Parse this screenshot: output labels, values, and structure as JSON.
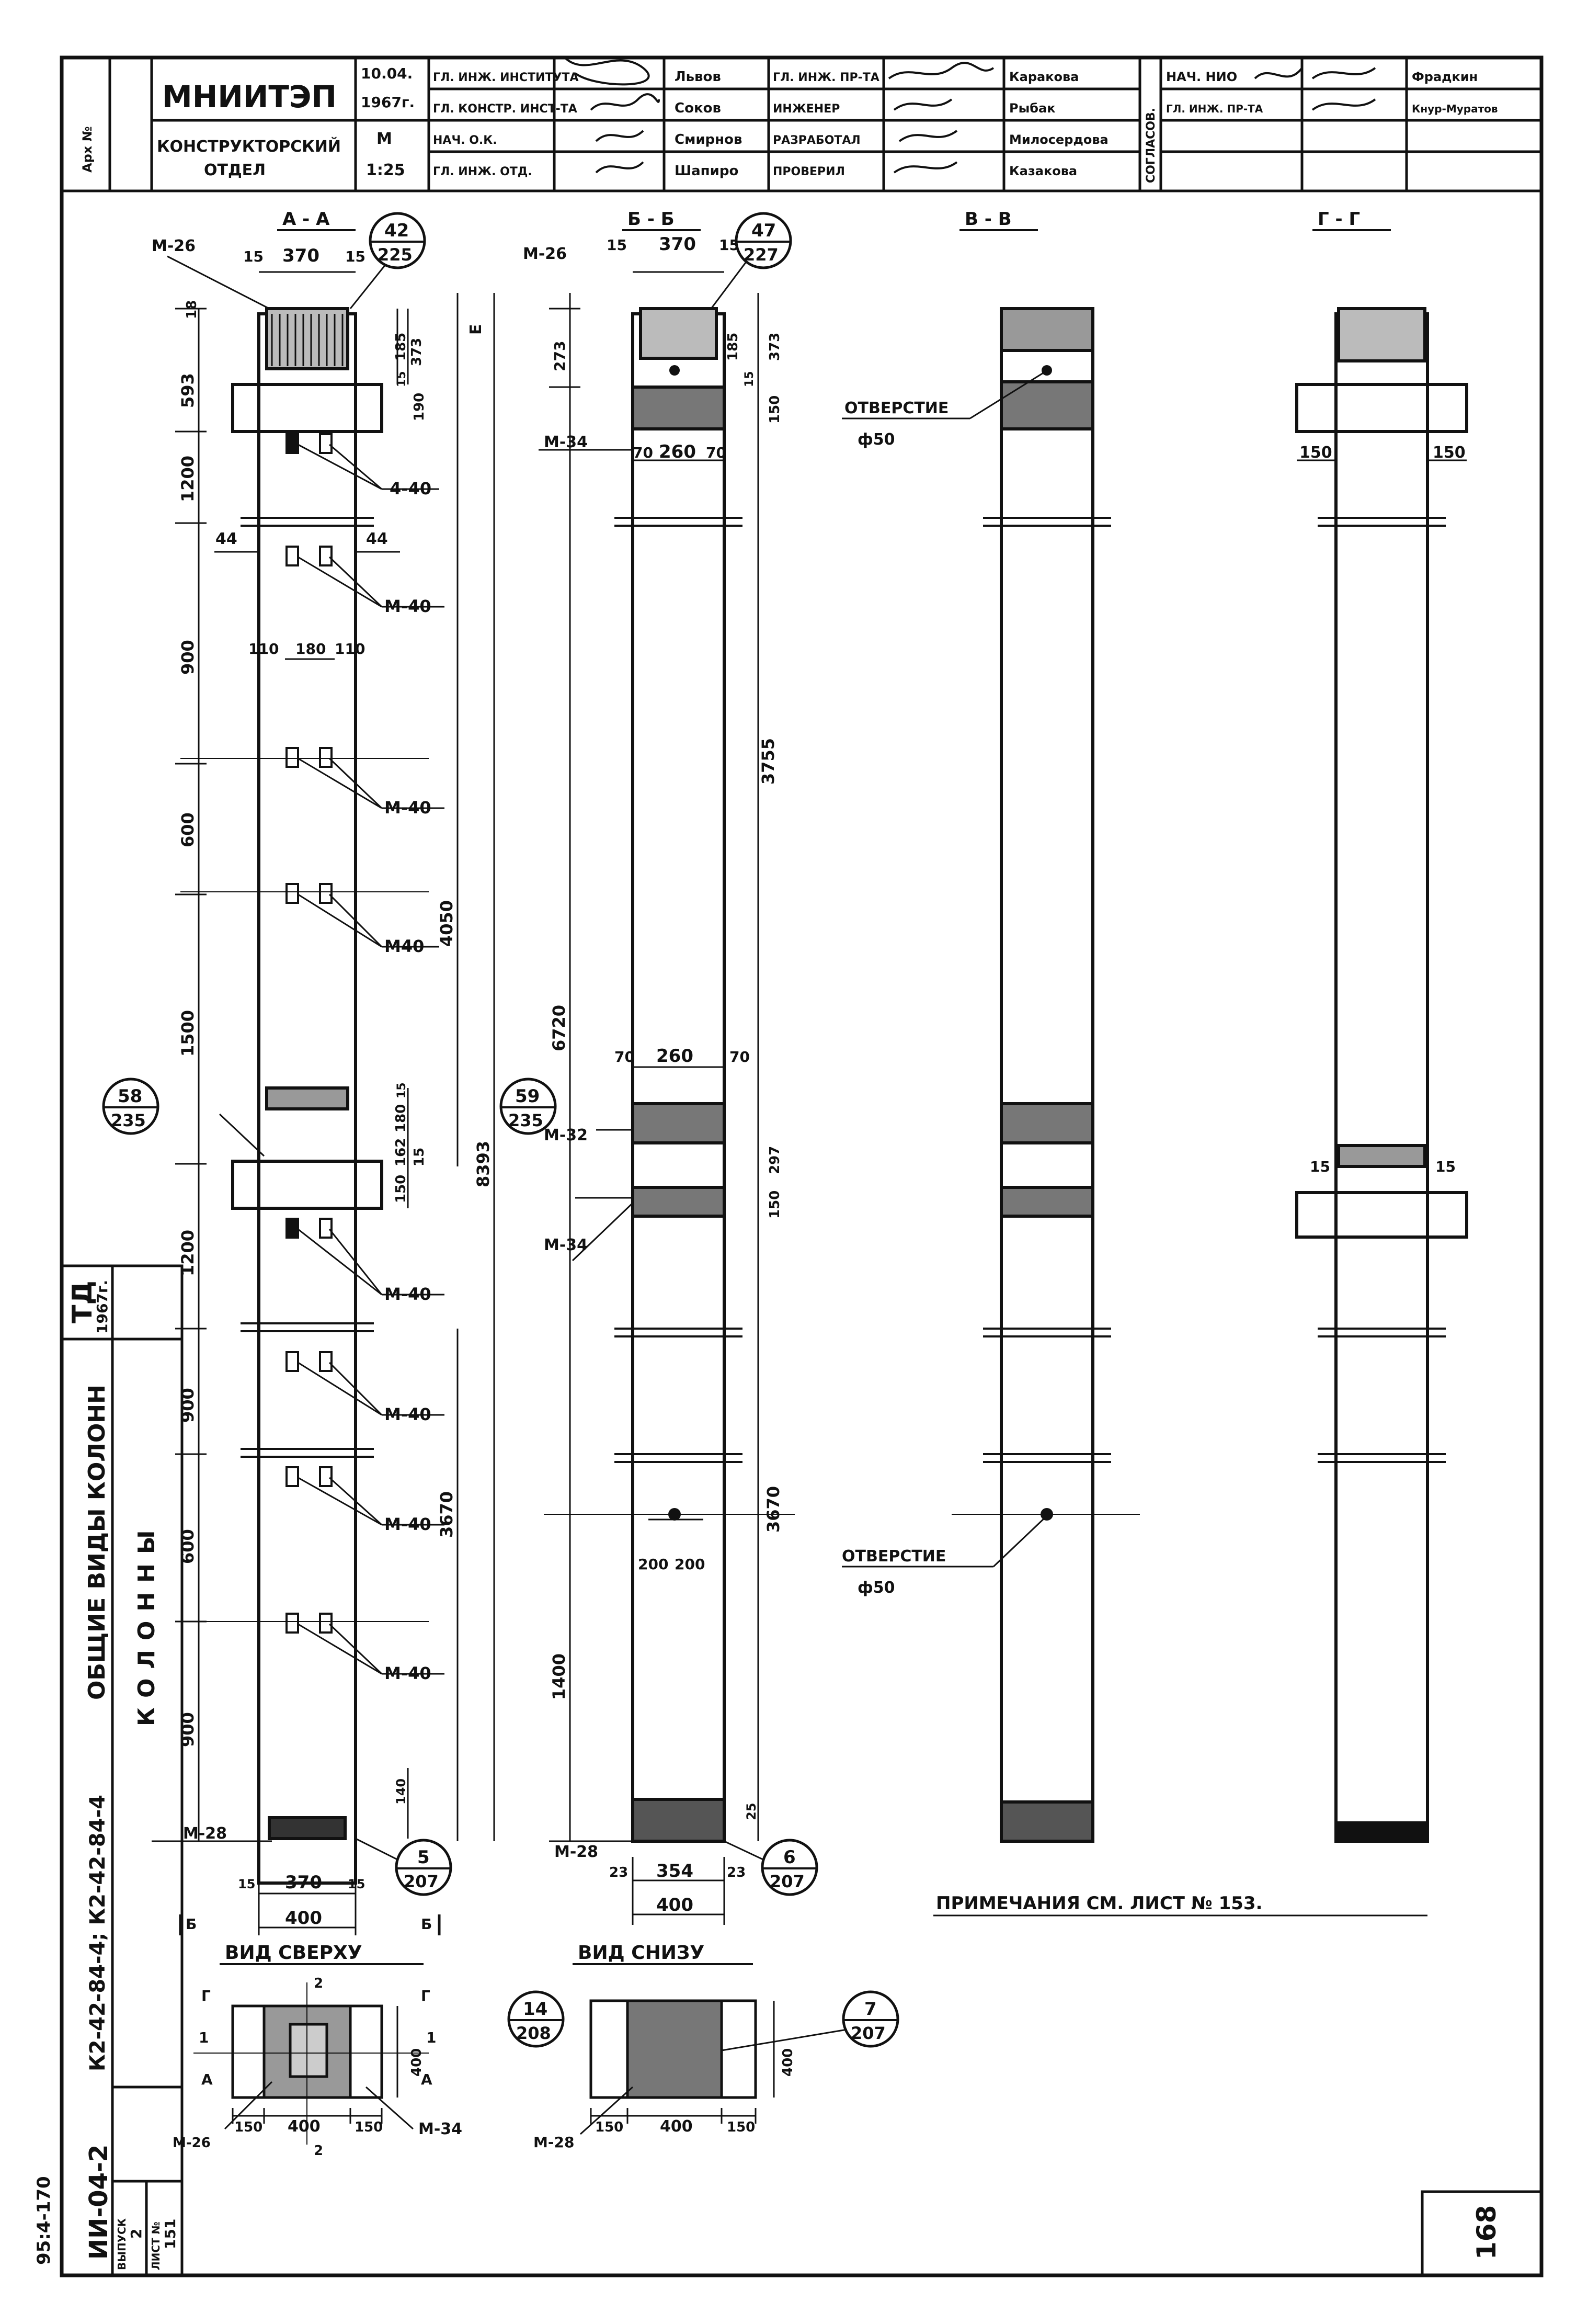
{
  "title_block": {
    "org": "МНИИТЭП",
    "dept_line1": "КОНСТРУКТОРСКИЙ",
    "dept_line2": "ОТДЕЛ",
    "arch_no": "Арх №",
    "date": "10.04.",
    "year": "1967г.",
    "m_label": "М",
    "scale": "1:25",
    "roles": [
      "ГЛ. ИНЖ. ИНСТИТУТА",
      "ГЛ. КОНСТР. ИНСТ-ТА",
      "НАЧ. О.К.",
      "ГЛ. ИНЖ. ОТД."
    ],
    "names1": [
      "",
      "Соков",
      "Смирнов",
      "Шапиро"
    ],
    "roles2": [
      "ГЛ. ИНЖ. ПР-ТА",
      "ИНЖЕНЕР",
      "РАЗРАБОТАЛ",
      "ПРОВЕРИЛ"
    ],
    "names2": [
      "Каракова",
      "Рыбак",
      "Милосердова",
      "Казакова"
    ],
    "head_name": "Львов",
    "agreed": "СОГЛАСОВ.",
    "agree_roles": [
      "НАЧ. НИО",
      "ГЛ. ИНЖ. ПР-ТА"
    ],
    "agree_names": [
      "Фрадкин",
      "Кнур-Муратов"
    ]
  },
  "sections": {
    "aa": "А - А",
    "bb": "Б - Б",
    "vv": "В - В",
    "gg": "Г - Г"
  },
  "dims_aa": {
    "top_widths": [
      "15",
      "370",
      "15"
    ],
    "top_height": "18",
    "d1": "185",
    "d2": "373",
    "d3": "190",
    "d4": "15",
    "left": [
      "593",
      "1200",
      "900",
      "600",
      "1500",
      "1200",
      "900",
      "600",
      "900"
    ],
    "total_upper": "4050",
    "total": "8393",
    "lower": "3670",
    "mid": [
      "180",
      "162",
      "15",
      "150"
    ],
    "hole_spacing": [
      "110",
      "180",
      "110"
    ],
    "side": [
      "44",
      "44"
    ],
    "bottom": [
      "15",
      "370",
      "15"
    ],
    "bottom_total": "400",
    "bottom_h": "140",
    "mark_b": "Б",
    "mark_b2": "Б",
    "mark_e": "Е"
  },
  "dims_bb": {
    "top_widths": [
      "15",
      "370",
      "15"
    ],
    "d1": "273",
    "d2": "185",
    "d3": "373",
    "d4": "150",
    "d5": "15",
    "mid_widths": [
      "70",
      "260",
      "70"
    ],
    "mid_widths2": [
      "70",
      "260",
      "70"
    ],
    "total": "6720",
    "upper": "3755",
    "m297": "297",
    "m150": "150",
    "lower": "3670",
    "b1400": "1400",
    "spacing": [
      "200",
      "200"
    ],
    "bottom": [
      "23",
      "354",
      "23"
    ],
    "bottom_total": "400",
    "b25": "25"
  },
  "marks": {
    "m26": "М-26",
    "m28": "М-28",
    "m32": "М-32",
    "m34": "М-34",
    "m40": "М-40",
    "m40b": "М40",
    "m40c": "4-40"
  },
  "bubbles": [
    {
      "top": "42",
      "bottom": "225"
    },
    {
      "top": "47",
      "bottom": "227"
    },
    {
      "top": "58",
      "bottom": "235"
    },
    {
      "top": "59",
      "bottom": "235"
    },
    {
      "top": "5",
      "bottom": "207"
    },
    {
      "top": "6",
      "bottom": "207"
    },
    {
      "top": "14",
      "bottom": "208"
    },
    {
      "top": "7",
      "bottom": "207"
    }
  ],
  "vv": {
    "hole_label": "ОТВЕРСТИЕ",
    "hole_dia": "ф50"
  },
  "gg": {
    "w1": "150",
    "w2": "150",
    "w3": "15",
    "w4": "15"
  },
  "view_top": {
    "title": "ВИД СВЕРХУ",
    "dims": [
      "150",
      "400",
      "150"
    ],
    "height": "400",
    "marks": [
      "Г",
      "Г",
      "1",
      "1",
      "А",
      "А",
      "2",
      "2"
    ]
  },
  "view_bottom": {
    "title": "ВИД СНИЗУ",
    "dims": [
      "150",
      "400",
      "150"
    ],
    "height": "400"
  },
  "note": "ПРИМЕЧАНИЯ СМ. ЛИСТ № 153.",
  "side_stamp": {
    "code": "ТД",
    "year": "1967г.",
    "title1": "ОБЩИЕ ВИДЫ КОЛОНН",
    "title2": "К2-42-84-4; К2-42-84-4",
    "kolonny": "КОЛОННЫ",
    "series": "ИИ-04-2",
    "issue_label": "ВЫПУСК",
    "issue": "2",
    "sheet_label": "ЛИСТ №",
    "sheet": "151",
    "ref": "95:4-170"
  },
  "page_number": "168"
}
